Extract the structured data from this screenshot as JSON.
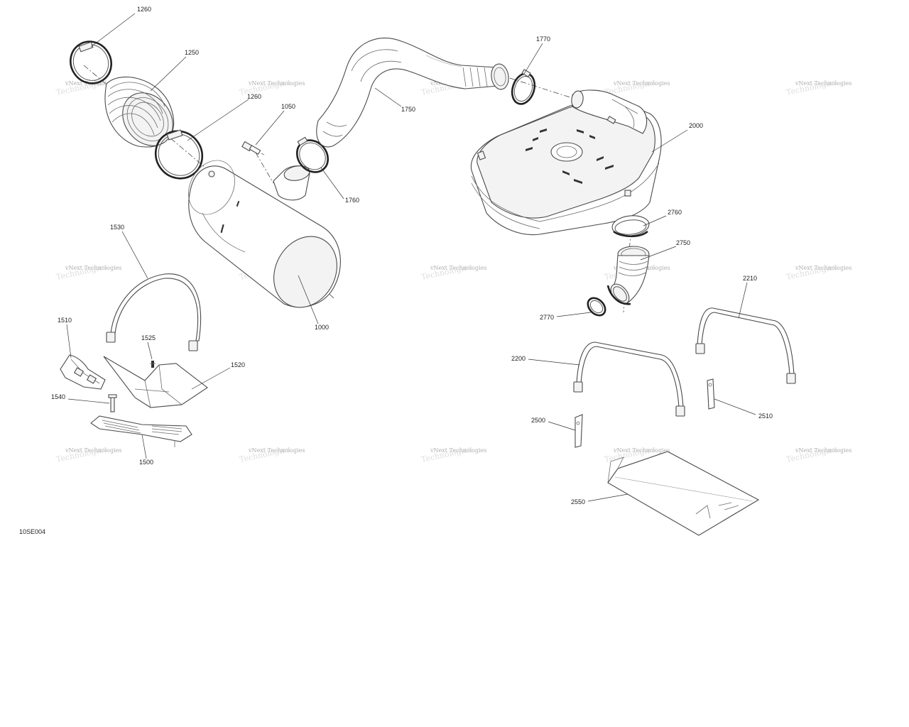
{
  "figure_id": "10SE004",
  "watermark": {
    "line1": "vNext Technologies",
    "line2": "Technologies"
  },
  "callouts": {
    "c1260a": "1260",
    "c1250": "1250",
    "c1260b": "1260",
    "c1050": "1050",
    "c1750": "1750",
    "c1770": "1770",
    "c2000": "2000",
    "c1760": "1760",
    "c1530": "1530",
    "c1000": "1000",
    "c2760": "2760",
    "c2750": "2750",
    "c2770": "2770",
    "c2210": "2210",
    "c1510": "1510",
    "c1525": "1525",
    "c1520": "1520",
    "c2200": "2200",
    "c1540": "1540",
    "c2510": "2510",
    "c2500": "2500",
    "c1500": "1500",
    "c2550": "2550"
  }
}
